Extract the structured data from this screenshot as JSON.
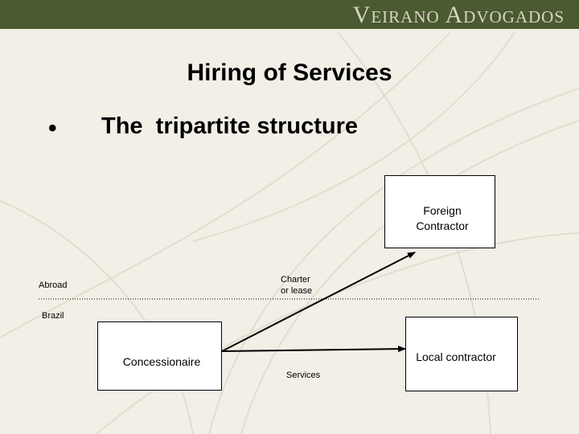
{
  "header": {
    "brand": "Veirano Advogados"
  },
  "slide": {
    "title": "Hiring of Services",
    "bullet": "•",
    "subtitle": "The  tripartite structure"
  },
  "diagram": {
    "boxes": {
      "foreign_contractor": "Foreign\nContractor",
      "concessionaire": "Concessionaire",
      "local_contractor": "Local contractor"
    },
    "labels": {
      "abroad": "Abroad",
      "brazil": "Brazil",
      "charter_or_lease": "Charter\nor lease",
      "services": "Services"
    }
  },
  "colors": {
    "header_bar": "#4a5a31",
    "brand_text": "#d9d4c3",
    "background": "#f2efe6"
  }
}
